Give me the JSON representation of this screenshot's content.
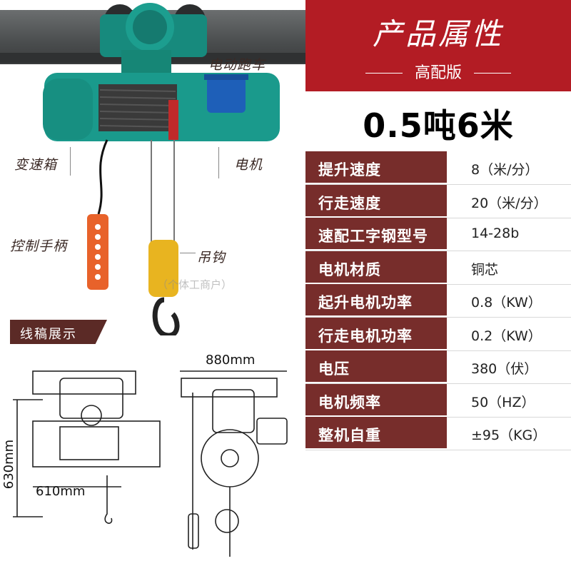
{
  "header": {
    "title": "产品属性",
    "subtitle": "高配版",
    "spec": "0.5吨6米"
  },
  "callouts": {
    "trolley": "电动跑车",
    "gearbox": "变速箱",
    "motor": "电机",
    "controller": "控制手柄",
    "hook": "吊钩"
  },
  "drawing": {
    "tag": "线稿展示",
    "width": "880mm",
    "height": "630mm",
    "depth": "610mm"
  },
  "watermark": "（个体工商户）",
  "specs": [
    {
      "label": "提升速度",
      "value": "8（米/分）"
    },
    {
      "label": "行走速度",
      "value": "20（米/分）"
    },
    {
      "label": "速配工字钢型号",
      "value": "14-28b"
    },
    {
      "label": "电机材质",
      "value": "铜芯"
    },
    {
      "label": "起升电机功率",
      "value": "0.8（KW）"
    },
    {
      "label": "行走电机功率",
      "value": "0.2（KW）"
    },
    {
      "label": "电压",
      "value": "380（伏）"
    },
    {
      "label": "电机频率",
      "value": "50（HZ）"
    },
    {
      "label": "整机自重",
      "value": "±95（KG）"
    }
  ],
  "colors": {
    "header_red": "#b31c24",
    "label_brown": "#772d2b",
    "hoist_teal": "#1a9a8c",
    "motor_blue": "#1e5fb8",
    "controller_orange": "#e8622a",
    "hook_yellow": "#e8b420"
  }
}
